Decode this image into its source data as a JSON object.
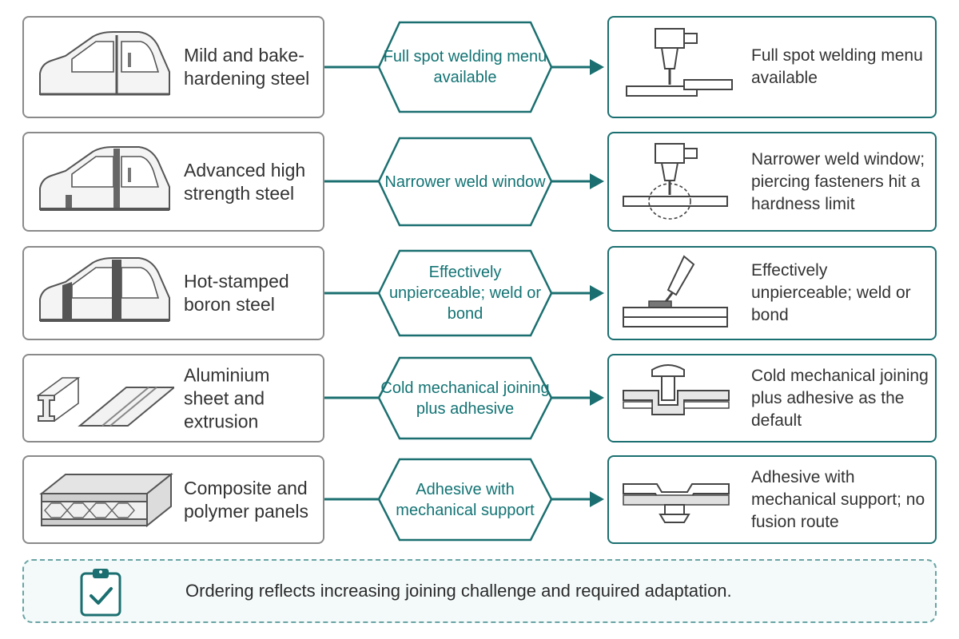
{
  "rows": [
    {
      "material": "Mild and bake-hardening steel",
      "route": "Full spot welding menu available",
      "result": "Full spot welding menu available",
      "material_icon": "car-body-side-icon",
      "result_icon": "spot-weld-gun-icon"
    },
    {
      "material": "Advanced high strength steel",
      "route": "Narrower weld window",
      "result": "Narrower weld window; piercing fasteners hit a hardness limit",
      "material_icon": "car-body-side-reinforced-icon",
      "result_icon": "spot-weld-narrow-window-icon"
    },
    {
      "material": "Hot-stamped boron steel",
      "route": "Effectively unpierceable; weld or bond",
      "result": "Effectively unpierceable; weld or bond",
      "material_icon": "car-body-side-pillar-icon",
      "result_icon": "adhesive-dispenser-icon"
    },
    {
      "material": "Aluminium sheet and extrusion",
      "route": "Cold mechanical joining plus adhesive",
      "result": "Cold mechanical joining plus adhesive as the default",
      "material_icon": "aluminium-extrusion-sheet-icon",
      "result_icon": "self-pierce-rivet-icon"
    },
    {
      "material": "Composite and polymer panels",
      "route": "Adhesive with mechanical support",
      "result": "Adhesive with mechanical support; no fusion route",
      "material_icon": "composite-sandwich-panel-icon",
      "result_icon": "adhesive-clinch-joint-icon"
    }
  ],
  "footer": {
    "text": "Ordering reflects increasing joining challenge and required adaptation.",
    "icon": "clipboard-check-icon"
  },
  "colors": {
    "teal": "#1b6f70",
    "teal_text": "#137374",
    "grey_border": "#8a8a8a"
  }
}
